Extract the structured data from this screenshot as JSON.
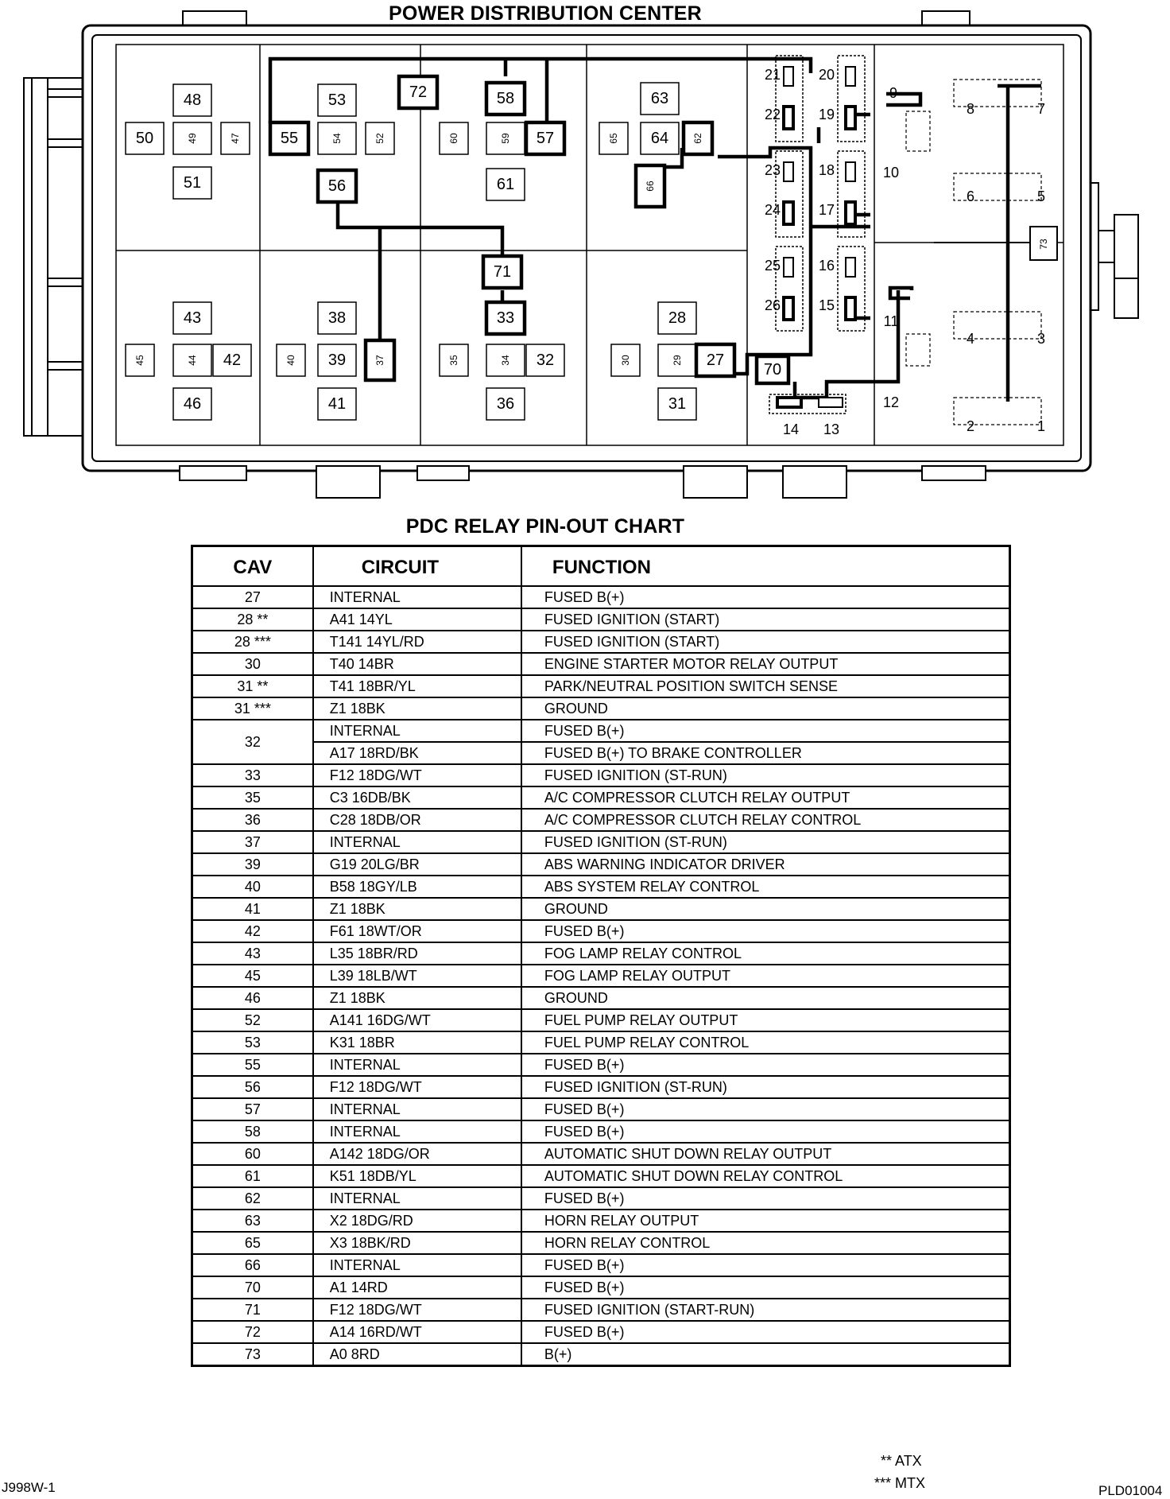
{
  "diagram": {
    "title": "POWER DISTRIBUTION CENTER",
    "left_grid_cells": [
      "48",
      "50",
      "49",
      "47",
      "51",
      "53",
      "55",
      "54",
      "52",
      "56",
      "72",
      "58",
      "60",
      "59",
      "57",
      "61",
      "63",
      "65",
      "64",
      "62",
      "66",
      "43",
      "45",
      "44",
      "42",
      "46",
      "38",
      "40",
      "39",
      "37",
      "41",
      "71",
      "33",
      "35",
      "34",
      "32",
      "36",
      "28",
      "30",
      "29",
      "27",
      "31",
      "70"
    ],
    "fuse_labels": [
      "21",
      "22",
      "20",
      "19",
      "23",
      "24",
      "18",
      "17",
      "25",
      "26",
      "16",
      "15",
      "14",
      "13"
    ],
    "right_panel_labels": [
      "9",
      "8",
      "7",
      "10",
      "6",
      "5",
      "73",
      "11",
      "4",
      "3",
      "12",
      "2",
      "1"
    ]
  },
  "chart": {
    "title": "PDC RELAY PIN-OUT CHART",
    "headers": {
      "cav": "CAV",
      "circuit": "CIRCUIT",
      "function": "FUNCTION"
    },
    "rows": [
      [
        "27",
        "INTERNAL",
        "FUSED B(+)"
      ],
      [
        "28 **",
        "A41 14YL",
        "FUSED IGNITION (START)"
      ],
      [
        "28 ***",
        "T141 14YL/RD",
        "FUSED IGNITION (START)"
      ],
      [
        "30",
        "T40 14BR",
        "ENGINE STARTER MOTOR RELAY OUTPUT"
      ],
      [
        "31 **",
        "T41 18BR/YL",
        "PARK/NEUTRAL POSITION SWITCH SENSE"
      ],
      [
        "31 ***",
        "Z1 18BK",
        "GROUND"
      ],
      [
        "32",
        "INTERNAL",
        "FUSED B(+)"
      ],
      [
        "",
        "A17 18RD/BK",
        "FUSED B(+) TO BRAKE CONTROLLER"
      ],
      [
        "33",
        "F12 18DG/WT",
        "FUSED IGNITION (ST-RUN)"
      ],
      [
        "35",
        "C3 16DB/BK",
        "A/C COMPRESSOR CLUTCH RELAY OUTPUT"
      ],
      [
        "36",
        "C28 18DB/OR",
        "A/C COMPRESSOR CLUTCH RELAY CONTROL"
      ],
      [
        "37",
        "INTERNAL",
        "FUSED IGNITION (ST-RUN)"
      ],
      [
        "39",
        "G19 20LG/BR",
        "ABS WARNING INDICATOR DRIVER"
      ],
      [
        "40",
        "B58 18GY/LB",
        "ABS SYSTEM RELAY CONTROL"
      ],
      [
        "41",
        "Z1 18BK",
        "GROUND"
      ],
      [
        "42",
        "F61 18WT/OR",
        "FUSED B(+)"
      ],
      [
        "43",
        "L35 18BR/RD",
        "FOG LAMP RELAY CONTROL"
      ],
      [
        "45",
        "L39 18LB/WT",
        "FOG LAMP RELAY OUTPUT"
      ],
      [
        "46",
        "Z1 18BK",
        "GROUND"
      ],
      [
        "52",
        "A141 16DG/WT",
        "FUEL PUMP RELAY OUTPUT"
      ],
      [
        "53",
        "K31 18BR",
        "FUEL PUMP RELAY CONTROL"
      ],
      [
        "55",
        "INTERNAL",
        "FUSED B(+)"
      ],
      [
        "56",
        "F12 18DG/WT",
        "FUSED IGNITION (ST-RUN)"
      ],
      [
        "57",
        "INTERNAL",
        "FUSED B(+)"
      ],
      [
        "58",
        "INTERNAL",
        "FUSED B(+)"
      ],
      [
        "60",
        "A142 18DG/OR",
        "AUTOMATIC SHUT DOWN RELAY OUTPUT"
      ],
      [
        "61",
        "K51 18DB/YL",
        "AUTOMATIC SHUT DOWN RELAY CONTROL"
      ],
      [
        "62",
        "INTERNAL",
        "FUSED B(+)"
      ],
      [
        "63",
        "X2 18DG/RD",
        "HORN RELAY OUTPUT"
      ],
      [
        "65",
        "X3 18BK/RD",
        "HORN RELAY CONTROL"
      ],
      [
        "66",
        "INTERNAL",
        "FUSED B(+)"
      ],
      [
        "70",
        "A1 14RD",
        "FUSED B(+)"
      ],
      [
        "71",
        "F12 18DG/WT",
        "FUSED IGNITION (START-RUN)"
      ],
      [
        "72",
        "A14 16RD/WT",
        "FUSED B(+)"
      ],
      [
        "73",
        "A0 8RD",
        "B(+)"
      ]
    ]
  },
  "footnotes": {
    "atx": "** ATX",
    "mtx": "*** MTX"
  },
  "codes": {
    "left": "J998W-1",
    "right": "PLD01004"
  }
}
